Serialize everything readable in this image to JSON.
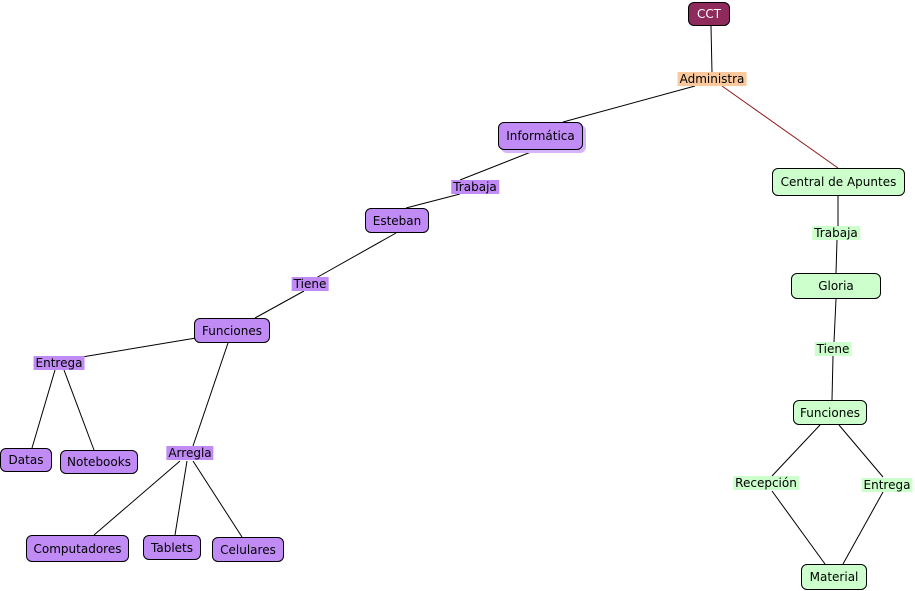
{
  "concepts": {
    "cct": "CCT",
    "informatica": "Informática",
    "esteban": "Esteban",
    "funciones_left": "Funciones",
    "datas": "Datas",
    "notebooks": "Notebooks",
    "computadores": "Computadores",
    "tablets": "Tablets",
    "celulares": "Celulares",
    "central": "Central de Apuntes",
    "gloria": "Gloria",
    "funciones_right": "Funciones",
    "material": "Material"
  },
  "linking_phrases": {
    "administra": "Administra",
    "trabaja_left": "Trabaja",
    "tiene_left": "Tiene",
    "entrega_left": "Entrega",
    "arregla": "Arregla",
    "trabaja_right": "Trabaja",
    "tiene_right": "Tiene",
    "recepcion": "Recepción",
    "entrega_right": "Entrega"
  },
  "colors": {
    "purple_node": "#c08bf5",
    "green_node": "#ccffcc",
    "root_node": "#8f2a5c",
    "administra_label": "#fbc99c",
    "red_link": "#8b1a1a"
  }
}
